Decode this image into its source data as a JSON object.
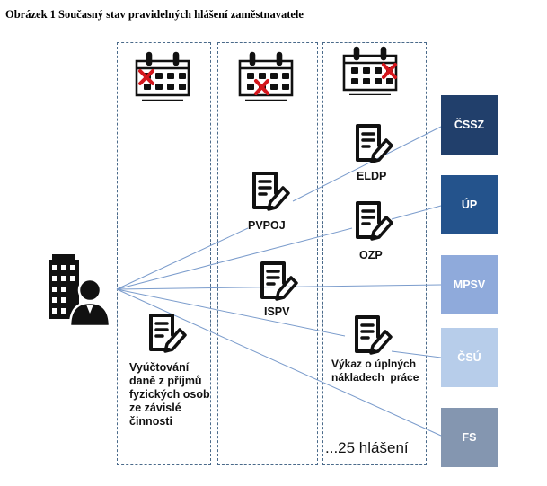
{
  "caption": "Obrázek 1 Současný stav pravidelných hlášení zaměstnavatele",
  "reports": {
    "pvpoj": "PVPOJ",
    "eldp": "ELDP",
    "ozp": "OZP",
    "ispv": "ISPV",
    "tax_line1": "Vyúčtování",
    "tax_line2": "daně z příjmů",
    "tax_line3": "fyzických osob",
    "tax_line4": "ze závislé",
    "tax_line5": "činnosti",
    "cost_line1": "Výkaz o úplných",
    "cost_line2": "nákladech  práce"
  },
  "agencies": [
    {
      "label": "ČSSZ",
      "color": "#213f6b"
    },
    {
      "label": "ÚP",
      "color": "#24538c"
    },
    {
      "label": "MPSV",
      "color": "#8faadb"
    },
    {
      "label": "ČSÚ",
      "color": "#b7cdea"
    },
    {
      "label": "FS",
      "color": "#8496b0"
    }
  ],
  "count_label": "...25 hlášení",
  "icons": {
    "employer": "employer-building-person-icon",
    "calendar": "calendar-crossed-icon",
    "document": "document-pen-icon"
  }
}
